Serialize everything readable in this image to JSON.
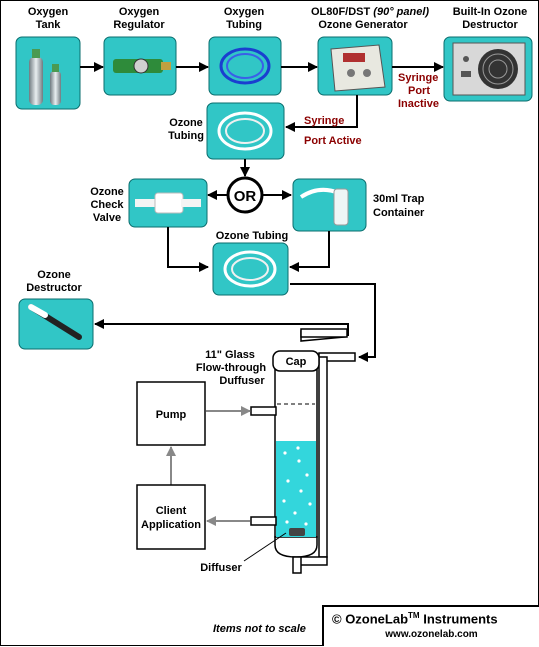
{
  "equipment": {
    "oxygen_tank": [
      "Oxygen",
      "Tank"
    ],
    "oxygen_regulator": [
      "Oxygen",
      "Regulator"
    ],
    "oxygen_tubing": [
      "Oxygen",
      "Tubing"
    ],
    "generator_prefix": "OL80F/DST ",
    "generator_panel": "(90° panel)",
    "generator_line2": "Ozone Generator",
    "destructor_builtin": [
      "Built-In Ozone",
      "Destructor"
    ],
    "ozone_tubing_top": [
      "Ozone",
      "Tubing"
    ],
    "syringe_inactive": [
      "Syringe",
      "Port",
      "Inactive"
    ],
    "syringe_active": [
      "Syringe",
      "Port Active"
    ],
    "or_label": "OR",
    "check_valve": [
      "Ozone",
      "Check",
      "Valve"
    ],
    "trap_container": [
      "30ml Trap",
      "Container"
    ],
    "ozone_tubing_mid": "Ozone Tubing",
    "ozone_destructor": [
      "Ozone",
      "Destructor"
    ],
    "glass_diffuser": [
      "11\" Glass",
      "Flow-through",
      "Duffuser"
    ],
    "cap": "Cap",
    "pump": "Pump",
    "client_application": [
      "Client",
      "Application"
    ],
    "diffuser": "Diffuser"
  },
  "footer": {
    "copyright_prefix": "© OzoneLab",
    "trademark": "TM",
    "copyright_suffix": " Instruments",
    "website": "www.ozonelab.com",
    "scale_note": "Items not to scale"
  },
  "colors": {
    "photo_bg": "#31c6c6",
    "liquid": "#33d6dc",
    "text_red": "#8b0000",
    "flow_arrow": "#888888"
  }
}
